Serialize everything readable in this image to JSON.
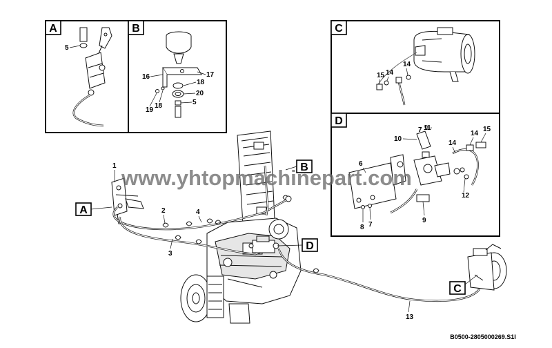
{
  "insets": {
    "a": {
      "label": "A",
      "parts": {
        "p5": "5"
      }
    },
    "b": {
      "label": "B",
      "parts": {
        "p16": "16",
        "p17": "17",
        "p18a": "18",
        "p20": "20",
        "p19": "19",
        "p18b": "18",
        "p5": "5"
      }
    },
    "c": {
      "label": "C",
      "parts": {
        "p15": "15",
        "p14a": "14",
        "p14b": "14"
      }
    },
    "d": {
      "label": "D",
      "parts": {
        "p11": "11",
        "p7a": "7",
        "p10": "10",
        "p14": "14",
        "p15": "15",
        "p6": "6",
        "p12": "12",
        "p8": "8",
        "p7b": "7",
        "p9": "9"
      }
    }
  },
  "main": {
    "callouts": {
      "a": "A",
      "b": "B",
      "c": "C",
      "d": "D"
    },
    "parts": {
      "p1": "1",
      "p2": "2",
      "p4": "4",
      "p3": "3",
      "p13": "13"
    }
  },
  "watermark": "www.yhtopmachinepart.com",
  "doc_id": "B0500-2805000269.S1I"
}
